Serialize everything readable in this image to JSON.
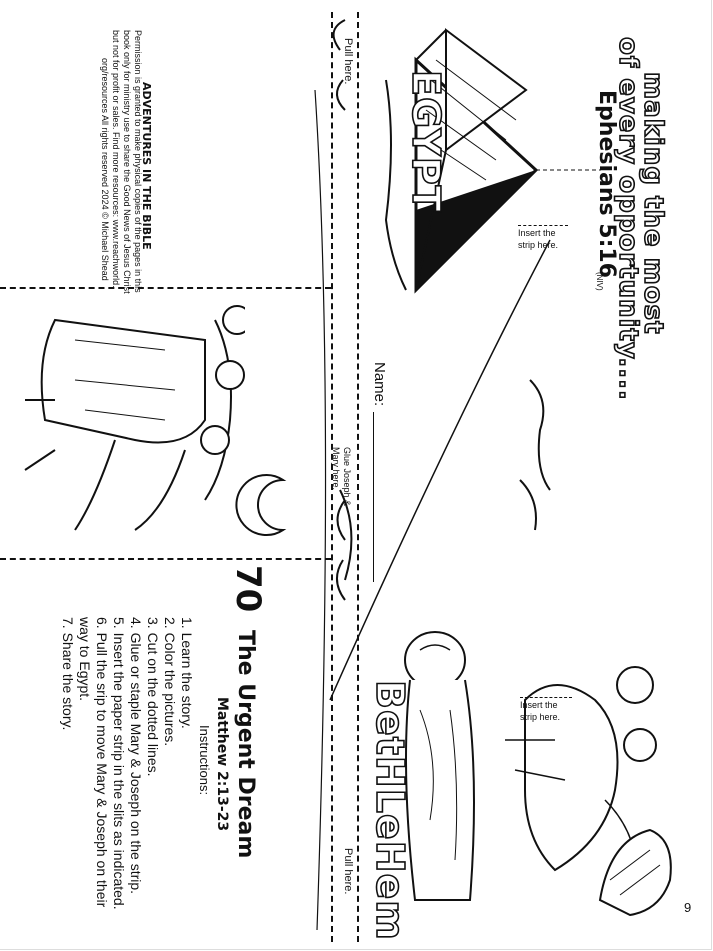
{
  "page_number": "9",
  "title_phrase_line1": "making the most",
  "title_phrase_line2": "of every opportunity....",
  "verse_ref": "Ephesians 5:16",
  "verse_version": "(NIV)",
  "place_from": "EGYPT",
  "place_to": "BetHLeHem",
  "insert_strip_top": "Insert the strip here.",
  "insert_strip_bottom": "Insert the strip here.",
  "pull_here_top": "Pull here.",
  "pull_here_bottom": "Pull here.",
  "glue_label": "Glue Joseph & Mary here.",
  "name_label": "Name:",
  "brand": "ADVENTURES IN THE BIBLE",
  "permission": [
    "Permission is granted to make physical copies of the pages in this",
    "book only for ministry use to share the Good News of Jesus Christ",
    "but not for profit or sales. Find more resources: www.reachworld.",
    "org/resources All rights reserved 2024 © Michael Shead"
  ],
  "lesson_number": "70",
  "lesson_title": "The Urgent Dream",
  "scripture": "Matthew 2:13-23",
  "instructions_heading": "Instructions:",
  "instructions": [
    "1. Learn the story.",
    "2. Color the pictures.",
    "3. Cut on the dotted lines.",
    "4. Glue or staple Mary & Joseph on the strip.",
    "5. Insert the paper strip in the slits as indicated.",
    "6. Pull the srip to move Mary & Joseph on their",
    "way to Egypt.",
    "7. Share the story."
  ],
  "icons": [
    "pyramid-illustration",
    "family-donkey-illustration",
    "crescent-moon-icon",
    "dreaming-joseph-illustration",
    "angel-illustration"
  ]
}
